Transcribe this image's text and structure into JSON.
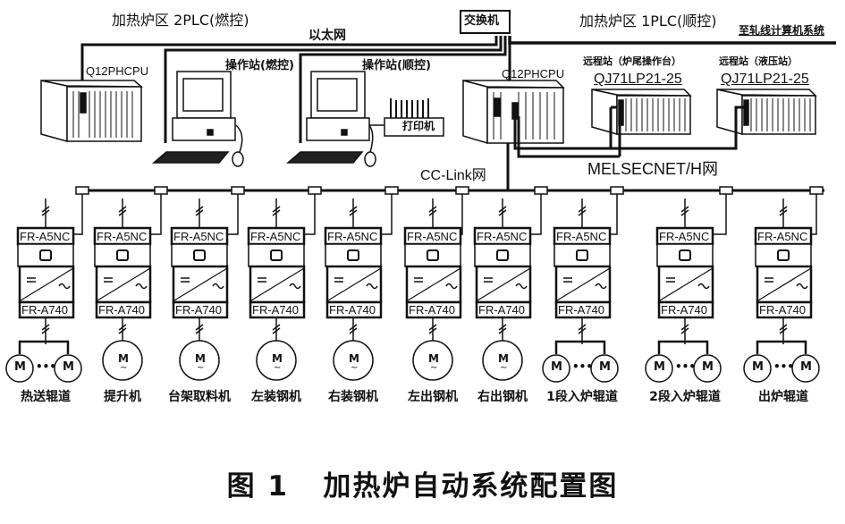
{
  "figure": {
    "caption_number": "图 1",
    "caption_title": "加热炉自动系统配置图"
  },
  "top": {
    "area2_label": "加热炉区 2PLC(燃控)",
    "area1_label": "加热炉区 1PLC(顺控)",
    "ethernet_label": "以太网",
    "switch_label": "交换机",
    "to_mill_label": "至轧线计算机系统",
    "cpu_left_label": "Q12PHCPU",
    "cpu_right_label": "Q12PHCPU",
    "op_station_combustion": "操作站(燃控)",
    "op_station_sequence": "操作站(顺控)",
    "printer_label": "打印机",
    "remote1_title": "远程站（炉尾操作台）",
    "remote1_model": "QJ71LP21-25",
    "remote2_title": "远程站（液压站）",
    "remote2_model": "QJ71LP21-25",
    "melsecnet_label": "MELSECNET/H网",
    "cclink_label": "CC-Link网"
  },
  "drives": [
    {
      "comm": "FR-A5NC",
      "inverter": "FR-A740",
      "load": "热送辊道",
      "multi_motor": true,
      "motor": "M"
    },
    {
      "comm": "FR-A5NC",
      "inverter": "FR-A740",
      "load": "提升机",
      "multi_motor": false,
      "motor": "M"
    },
    {
      "comm": "FR-A5NC",
      "inverter": "FR-A740",
      "load": "台架取料机",
      "multi_motor": false,
      "motor": "M"
    },
    {
      "comm": "FR-A5NC",
      "inverter": "FR-A740",
      "load": "左装钢机",
      "multi_motor": false,
      "motor": "M"
    },
    {
      "comm": "FR-A5NC",
      "inverter": "FR-A740",
      "load": "右装钢机",
      "multi_motor": false,
      "motor": "M"
    },
    {
      "comm": "FR-A5NC",
      "inverter": "FR-A740",
      "load": "左出钢机",
      "multi_motor": false,
      "motor": "M"
    },
    {
      "comm": "FR-A5NC",
      "inverter": "FR-A740",
      "load": "右出钢机",
      "multi_motor": false,
      "motor": "M"
    },
    {
      "comm": "FR-A5NC",
      "inverter": "FR-A740",
      "load": "1段入炉辊道",
      "multi_motor": true,
      "motor": "M"
    },
    {
      "comm": "FR-A5NC",
      "inverter": "FR-A740",
      "load": "2段入炉辊道",
      "multi_motor": true,
      "motor": "M"
    },
    {
      "comm": "FR-A5NC",
      "inverter": "FR-A740",
      "load": "出炉辊道",
      "multi_motor": true,
      "motor": "M"
    }
  ],
  "symbols": {
    "ellipsis": "•••",
    "ac_tilde": "~",
    "dc_symbol": "="
  }
}
